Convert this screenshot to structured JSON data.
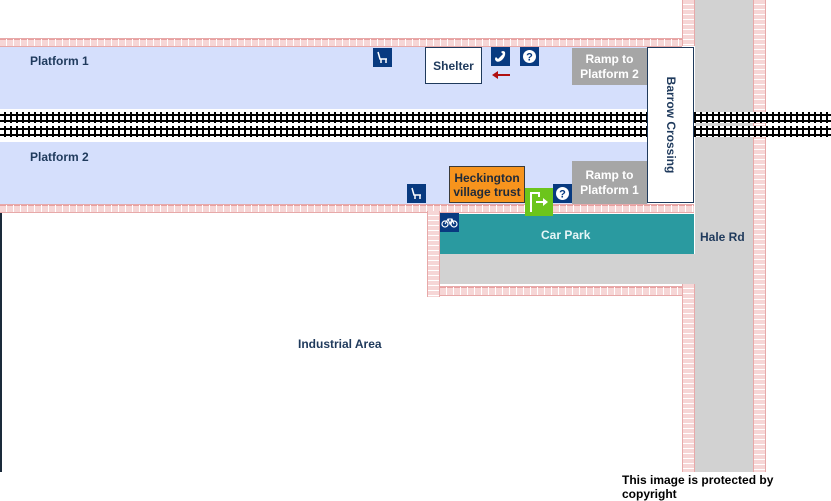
{
  "map": {
    "platform_1": "Platform 1",
    "platform_2": "Platform 2",
    "shelter": "Shelter",
    "ramp_to_platform_2": [
      "Ramp to",
      "Platform 2"
    ],
    "ramp_to_platform_1": [
      "Ramp to",
      "Platform 1"
    ],
    "barrow_crossing": "Barrow Crossing",
    "heckington_trust": [
      "Heckington",
      "village trust"
    ],
    "car_park": "Car Park",
    "hale_rd": "Hale Rd",
    "industrial_area": "Industrial Area",
    "copyright": "This image is protected by copyright"
  },
  "icons": {
    "seat": "seat-icon",
    "phone": "telephone-icon",
    "help": "help-point-icon",
    "exit": "exit-icon",
    "bike": "bicycle-icon",
    "arrow": "arrow-left-icon"
  },
  "colors": {
    "platform": "#d5dffc",
    "car_park": "#2a9aa0",
    "trust": "#f7941d",
    "exit": "#6cc51c",
    "icon_blue": "#083a80",
    "ramp": "#a6a6a6",
    "road": "#d2d2d2",
    "label": "#1f3a5c"
  }
}
